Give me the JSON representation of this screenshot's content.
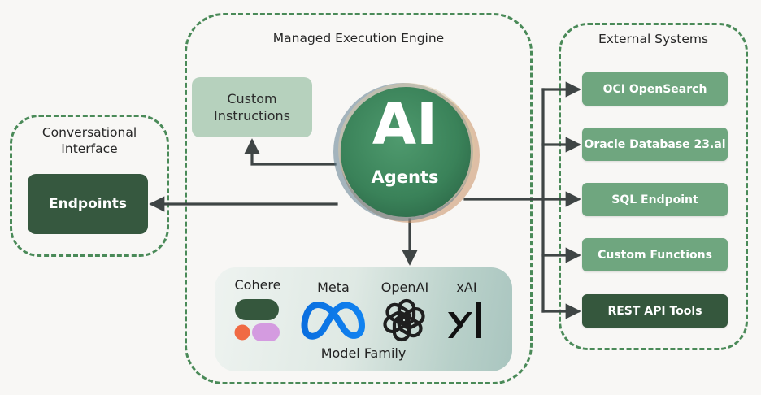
{
  "groups": {
    "conversational": "Conversational\nInterface",
    "engine": "Managed Execution Engine",
    "external": "External Systems"
  },
  "endpoints_label": "Endpoints",
  "custom_instructions": "Custom\nInstructions",
  "ai_agents": {
    "title": "AI",
    "subtitle": "Agents"
  },
  "model_family": {
    "label": "Model Family",
    "providers": [
      "Cohere",
      "Meta",
      "OpenAI",
      "xAI"
    ]
  },
  "external_systems": [
    "OCI OpenSearch",
    "Oracle Database 23.ai",
    "SQL Endpoint",
    "Custom Functions",
    "REST API Tools"
  ],
  "colors": {
    "dashed_border": "#4a8a58",
    "connector": "#3f4545",
    "button": "#6fa67f",
    "button_dark": "#35573d",
    "endpoints": "#36583f",
    "custom_box": "#b6d1bd",
    "ai_circle": "#3f8a60"
  },
  "icons": [
    "cohere-logo-icon",
    "meta-logo-icon",
    "openai-logo-icon",
    "xai-logo-icon"
  ]
}
